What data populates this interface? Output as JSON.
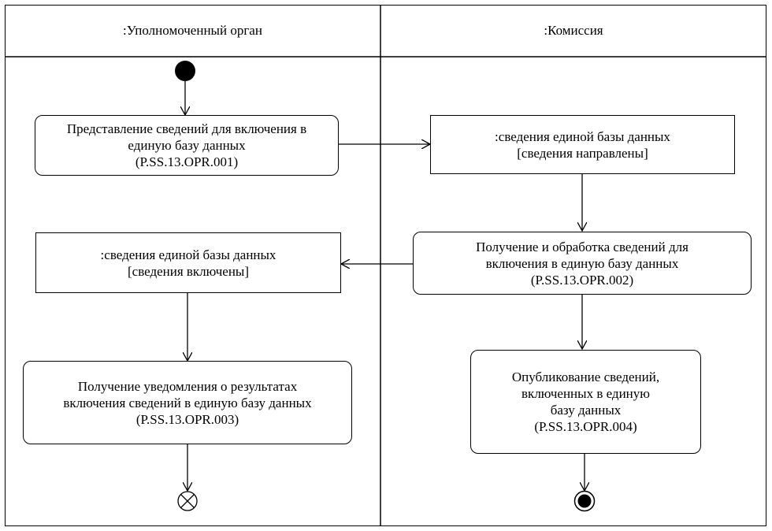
{
  "lanes": [
    {
      "title": ":Уполномоченный орган"
    },
    {
      "title": ":Комиссия"
    }
  ],
  "nodes": {
    "action_001": {
      "lines": [
        "Представление сведений для включения в",
        "единую базу данных",
        "(P.SS.13.OPR.001)"
      ]
    },
    "object_sent": {
      "lines": [
        ":сведения единой базы данных",
        "[сведения направлены]"
      ]
    },
    "action_002": {
      "lines": [
        "Получение и обработка сведений для",
        "включения в единую базу данных",
        "(P.SS.13.OPR.002)"
      ]
    },
    "object_included": {
      "lines": [
        ":сведения единой базы данных",
        "[сведения включены]"
      ]
    },
    "action_003": {
      "lines": [
        "Получение уведомления о результатах",
        "включения сведений в единую базу данных",
        "(P.SS.13.OPR.003)"
      ]
    },
    "action_004": {
      "lines": [
        "Опубликование сведений,",
        "включенных в единую",
        "базу данных",
        "(P.SS.13.OPR.004)"
      ]
    }
  }
}
